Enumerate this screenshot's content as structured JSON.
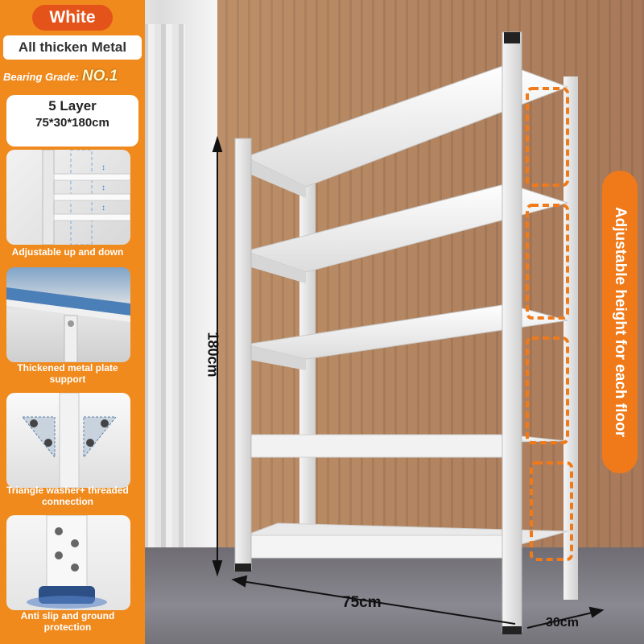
{
  "product": {
    "color_badge": "White",
    "material": "All thicken Metal",
    "bearing_label": "Bearing Grade:",
    "bearing_value": "NO.1",
    "layers": "5 Layer",
    "dimensions": "75*30*180cm"
  },
  "features": [
    {
      "caption": "Adjustable up and down",
      "icon": "shelf-bracket-icon"
    },
    {
      "caption": "Thickened metal plate support",
      "icon": "metal-plate-icon"
    },
    {
      "caption": "Triangle washer+ threaded connection",
      "icon": "triangle-washer-icon"
    },
    {
      "caption": "Anti slip and ground protection",
      "icon": "foot-pad-icon"
    }
  ],
  "measurements": {
    "height": "180cm",
    "width": "75cm",
    "depth": "30cm"
  },
  "side_banner": "Adjustable height for each floor",
  "colors": {
    "accent": "#f08a1c",
    "badge": "#e4531a",
    "shelf": "#ffffff",
    "wall": "#b98e6c"
  }
}
